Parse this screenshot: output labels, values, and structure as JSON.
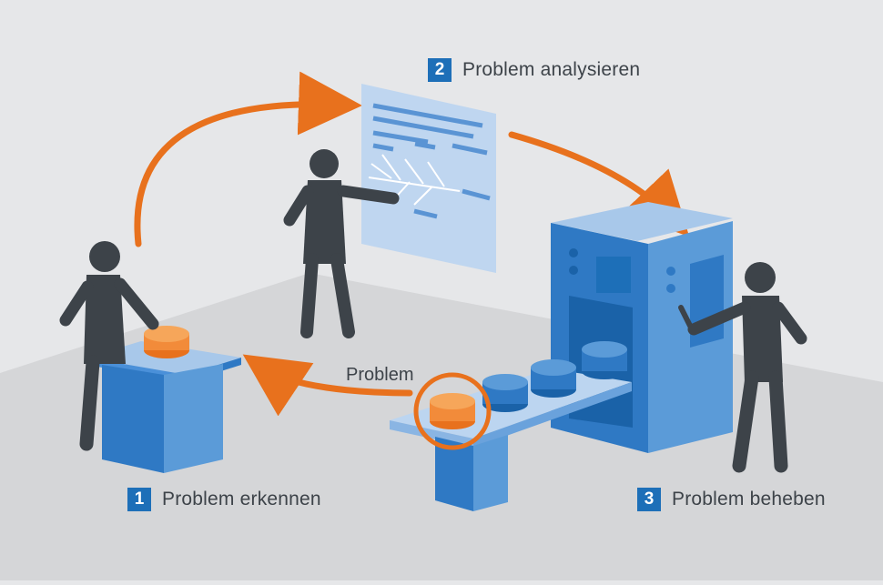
{
  "colors": {
    "background": "#e6e7e9",
    "floor": "#d5d6d8",
    "person": "#3d4349",
    "accent_orange": "#e8711d",
    "blue_dark": "#1d6fb8",
    "blue_mid": "#4a90d9",
    "blue_light": "#a8c8ea",
    "blue_pale": "#bcd5f0"
  },
  "steps": [
    {
      "number": "1",
      "label": "Problem erkennen"
    },
    {
      "number": "2",
      "label": "Problem analysieren"
    },
    {
      "number": "3",
      "label": "Problem beheben"
    }
  ],
  "callout": "Problem",
  "icons": [
    "person-inspecting-icon",
    "person-presenting-icon",
    "person-with-wrench-icon",
    "cycle-arrow-icon",
    "fishbone-chart-icon",
    "machine-icon",
    "conveyor-icon"
  ]
}
